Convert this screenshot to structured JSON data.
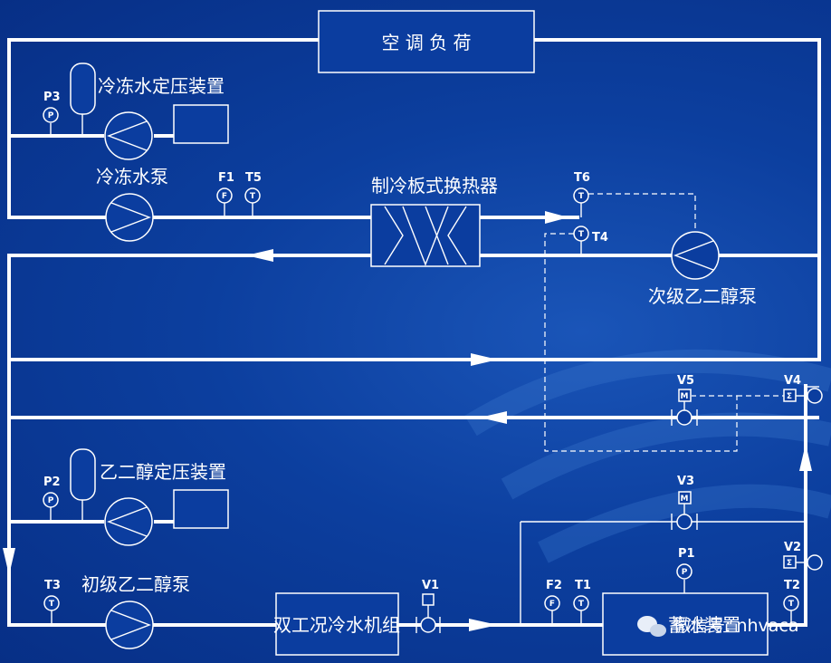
{
  "diagram": {
    "ac_load": "空  调  负  荷",
    "chw_pressurization": "冷冻水定压装置",
    "chw_pump": "冷冻水泵",
    "heat_exchanger": "制冷板式换热器",
    "secondary_pump": "次级乙二醇泵",
    "glycol_pressurization": "乙二醇定压装置",
    "primary_pump": "初级乙二醇泵",
    "chiller": "双工况冷水机组",
    "ice_tank": "蓄冰装置",
    "watermark": "微信号: nhvaca"
  },
  "instruments": {
    "p3": "P3",
    "p2": "P2",
    "p1": "P1",
    "f1": "F1",
    "f2": "F2",
    "t1": "T1",
    "t2": "T2",
    "t3": "T3",
    "t4": "T4",
    "t5": "T5",
    "t6": "T6",
    "v1": "V1",
    "v2": "V2",
    "v3": "V3",
    "v4": "V4",
    "v5": "V5"
  },
  "glyphs": {
    "pressure": "P",
    "flow": "F",
    "temperature": "T",
    "motor": "M",
    "actuator": "Σ"
  },
  "colors": {
    "background": "#0c3f9f",
    "line": "#ffffff"
  }
}
